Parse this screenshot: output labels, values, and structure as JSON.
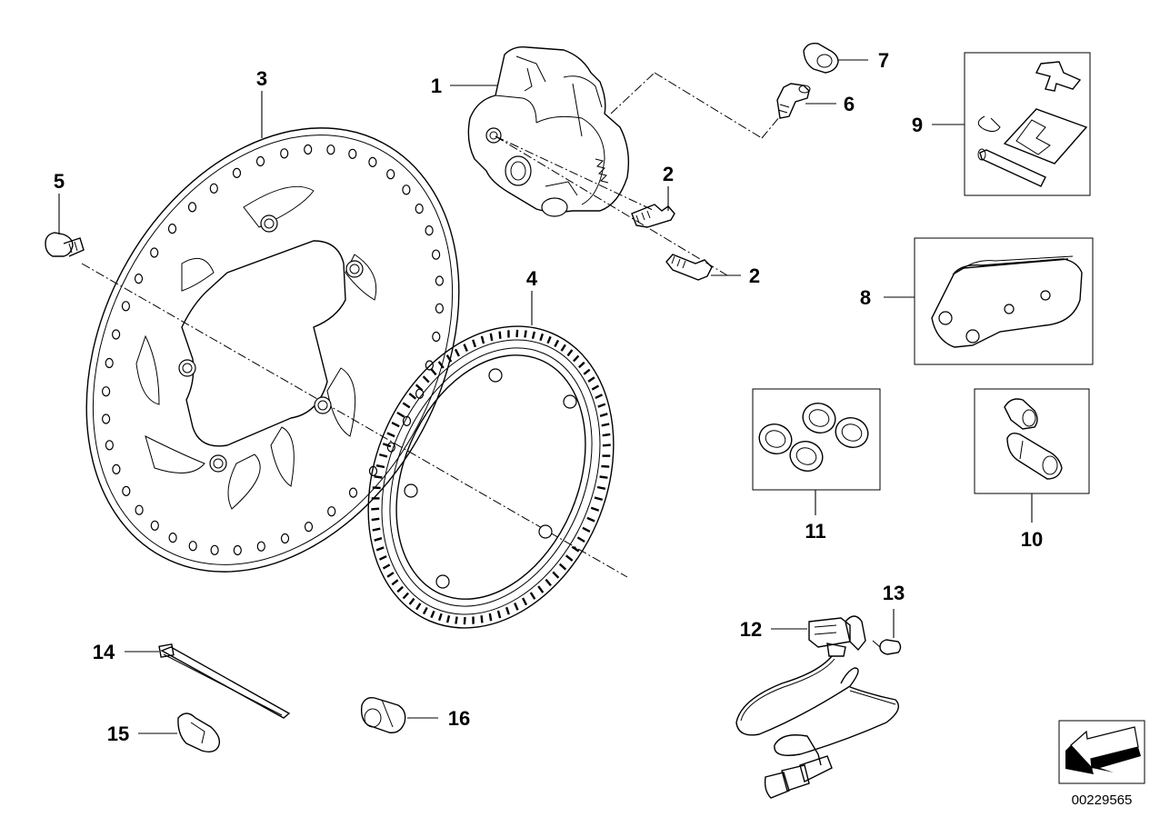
{
  "diagram": {
    "labels": {
      "p1": "1",
      "p2a": "2",
      "p2b": "2",
      "p3": "3",
      "p4": "4",
      "p5": "5",
      "p6": "6",
      "p7": "7",
      "p8": "8",
      "p9": "9",
      "p10": "10",
      "p11": "11",
      "p12": "12",
      "p13": "13",
      "p14": "14",
      "p15": "15",
      "p16": "16"
    },
    "document_number": "00229565"
  }
}
